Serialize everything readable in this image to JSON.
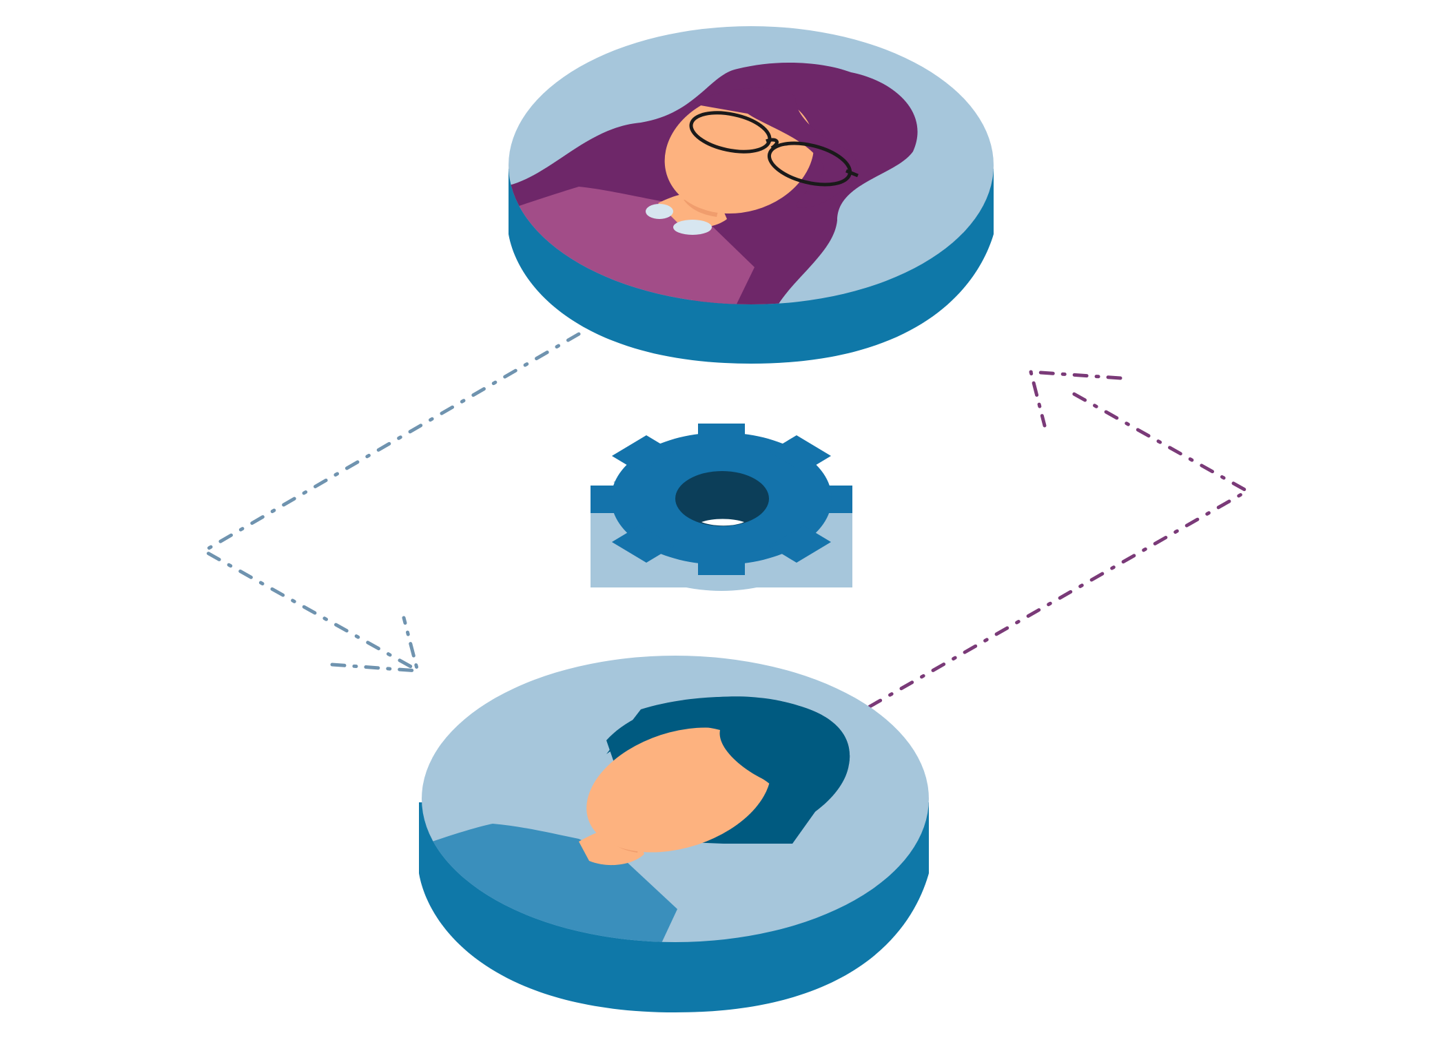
{
  "diagram": {
    "nodes": [
      {
        "id": "top-user",
        "icon": "female-user-avatar-icon",
        "accessory": "glasses"
      },
      {
        "id": "center-gear",
        "icon": "gear-icon"
      },
      {
        "id": "bottom-user",
        "icon": "male-user-avatar-icon"
      }
    ],
    "edges": [
      {
        "from": "top-user",
        "to": "bottom-user",
        "style": "dashed",
        "route": "left",
        "arrow": "end",
        "color": "#6f93af"
      },
      {
        "from": "bottom-user",
        "to": "top-user",
        "style": "dashed",
        "route": "right",
        "arrow": "end",
        "color": "#7a3a78"
      }
    ]
  },
  "colors": {
    "background": "#ffffff",
    "disk_top": "#a6c6db",
    "disk_side": "#0f78a8",
    "skin": "#fdb27f",
    "skin_shadow": "#f09d6d",
    "hair_purple": "#6e2769",
    "shirt_purple": "#a24d88",
    "hair_blue": "#005a80",
    "shirt_blue": "#3a8fbc",
    "gear_front": "#1473ab",
    "gear_back": "#a6c6db",
    "gear_hole": "#0c3e59",
    "glasses": "#1a1a1a",
    "dash_left": "#6f93af",
    "dash_right": "#7a3a78"
  }
}
